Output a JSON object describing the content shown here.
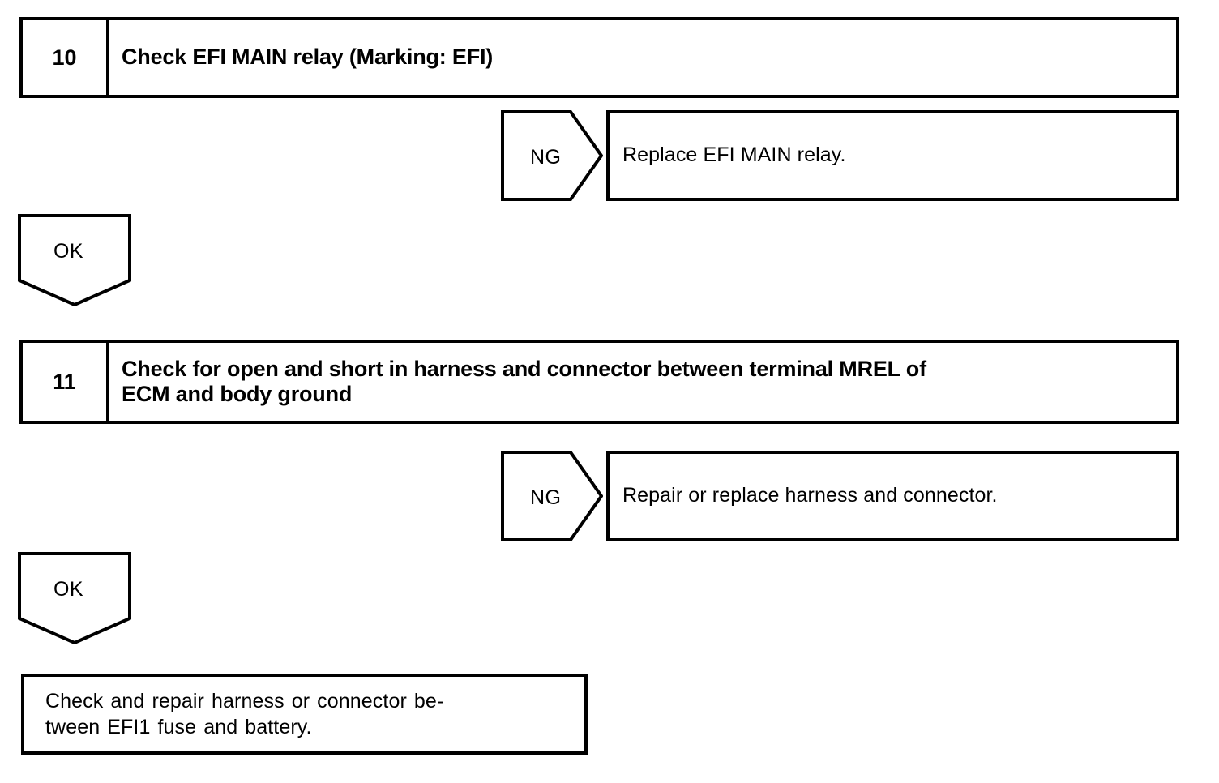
{
  "diagram": {
    "type": "troubleshooting-flowchart",
    "line_color": "#000000",
    "background_color": "#ffffff",
    "nodes": [
      {
        "id": "step-10",
        "kind": "step",
        "number": "10",
        "text": "Check EFI MAIN relay (Marking: EFI)"
      },
      {
        "id": "branch-ng-1",
        "kind": "ng-branch",
        "label": "NG",
        "text": "Replace EFI MAIN relay."
      },
      {
        "id": "branch-ok-1",
        "kind": "ok-connector",
        "label": "OK"
      },
      {
        "id": "step-11",
        "kind": "step",
        "number": "11",
        "text": "Check for open and short in harness and connector between terminal MREL of ECM and body ground",
        "line1": "Check for open and short in harness and connector between terminal MREL of",
        "line2": "ECM and body ground"
      },
      {
        "id": "branch-ng-2",
        "kind": "ng-branch",
        "label": "NG",
        "text": "Repair or replace harness and connector."
      },
      {
        "id": "branch-ok-2",
        "kind": "ok-connector",
        "label": "OK"
      },
      {
        "id": "final-action",
        "kind": "result",
        "line1": "Check and repair harness or connector be-",
        "line2": "tween EFI1 fuse and battery."
      }
    ]
  },
  "step10": {
    "number": "10",
    "text": "Check EFI MAIN relay (Marking: EFI)"
  },
  "ng1": {
    "label": "NG",
    "text": "Replace EFI MAIN relay."
  },
  "ok1": {
    "label": "OK"
  },
  "step11": {
    "number": "11",
    "line1": "Check for open and short in harness and connector between terminal MREL of",
    "line2": "ECM and body ground"
  },
  "ng2": {
    "label": "NG",
    "text": "Repair or replace harness and connector."
  },
  "ok2": {
    "label": "OK"
  },
  "final": {
    "line1": "Check and repair harness or connector be-",
    "line2": "tween EFI1 fuse and battery."
  }
}
